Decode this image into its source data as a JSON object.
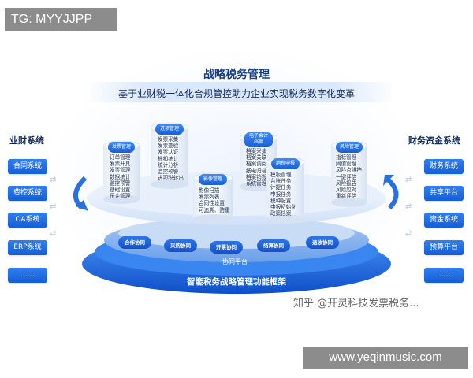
{
  "tag_text": "TG: MYYJJPP",
  "title": "战略税务管理",
  "subtitle": "基于业财税一体化合规管控助力企业实现税务数字化变革",
  "left_panel": {
    "title": "业财系统",
    "items": [
      "合同系统",
      "费控系统",
      "OA系统",
      "ERP系统",
      "……"
    ]
  },
  "right_panel": {
    "title": "财务资金系统",
    "items": [
      "财务系统",
      "共享平台",
      "资金系统",
      "预算平台",
      "……"
    ]
  },
  "cylinders": [
    {
      "label": "发票管理",
      "items": [
        "订单管理",
        "发票开具",
        "发票管理",
        "数据统计",
        "监控预警",
        "基础设置",
        "乐企管理"
      ]
    },
    {
      "label": "进项管理",
      "items": [
        "发票采集",
        "发票查验",
        "发票认证",
        "抵扣统计",
        "统计分析",
        "监控预警",
        "进项税转出"
      ]
    },
    {
      "label": "影像管理",
      "items": [
        "影像扫描",
        "发票列表",
        "合同性设置",
        "可追溯、防重"
      ]
    },
    {
      "label": "电子会计\n档案",
      "items": [
        "档案采集",
        "档案关联",
        "档案调阅",
        "纸电归档",
        "档案销毁",
        "系统管理"
      ]
    },
    {
      "label": "纳税申报",
      "items": [
        "模板管理",
        "台账任务",
        "计提任务",
        "申报任务",
        "税种配置",
        "申报初始化",
        "政策档案"
      ]
    },
    {
      "label": "风险管理",
      "items": [
        "指标管理",
        "阈值管理",
        "风险点维护",
        "一键评估",
        "风险报告",
        "风险应对",
        "重新评估"
      ]
    }
  ],
  "collab_pills": [
    "合作协同",
    "采购协同",
    "开票协同",
    "结算协同",
    "速收协同"
  ],
  "collab_platform": "协同平台",
  "framework_label": "智能税务战略管理功能框架",
  "watermark_zhihu": "知乎 @开灵科技发票税务...",
  "url_text": "www.yeqinmusic.com",
  "colors": {
    "primary_blue": "#1f66e0",
    "dark_navy": "#0f2b5e",
    "platform_light": "#dbe8fb"
  }
}
